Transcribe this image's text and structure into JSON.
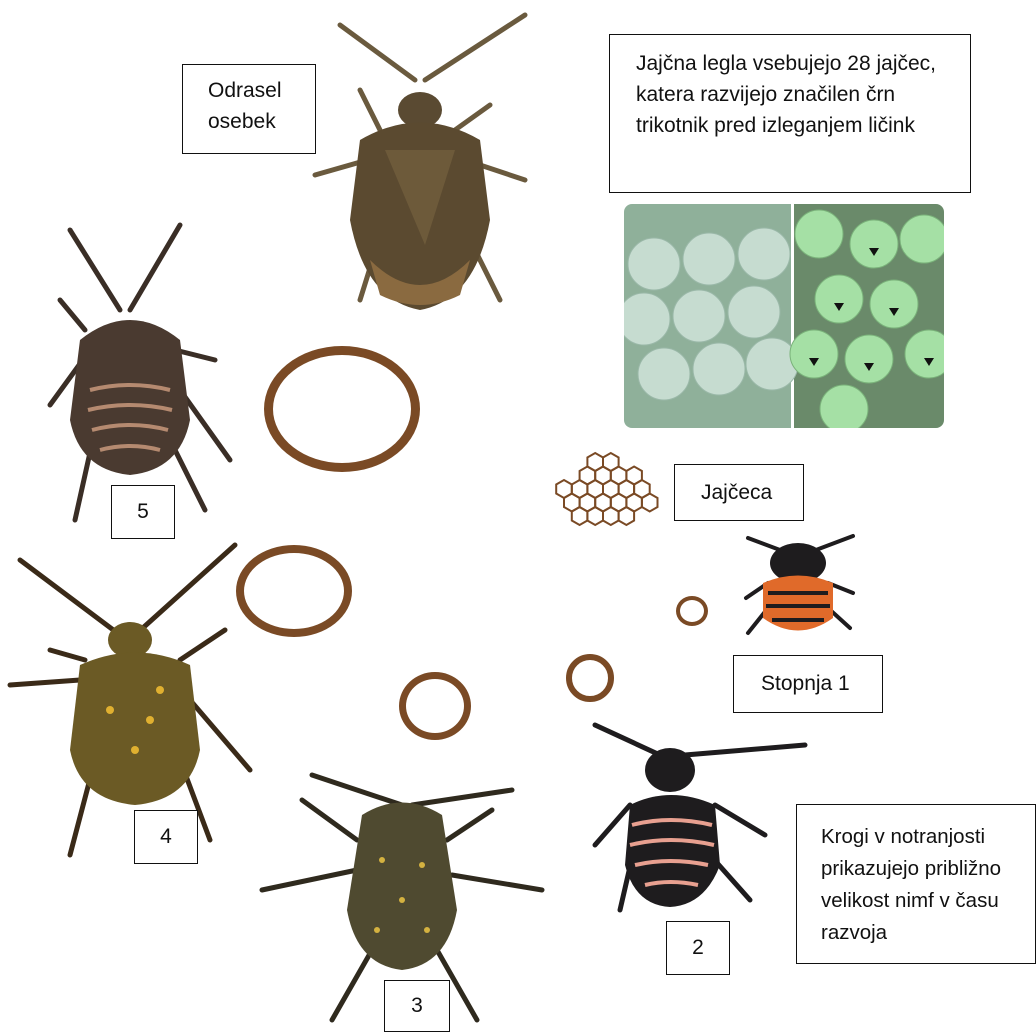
{
  "labels": {
    "adult": "Odrasel osebek",
    "egg_note": "Jajčna legla vsebujejo 28 jajčec, katera razvijejo značilen črn trikotnik pred izleganjem ličink",
    "eggs": "Jajčeca",
    "stage1": "Stopnja 1",
    "circles_note": "Krogi v notranjosti prikazujejo približno velikost nimf v času razvoja"
  },
  "stages": {
    "s2": "2",
    "s3": "3",
    "s4": "4",
    "s5": "5"
  },
  "colors": {
    "ring": "#7a4a25",
    "adult_body": "#5b4a30",
    "nymph5_body": "#4a3a30",
    "nymph4_body": "#6b5a25",
    "nymph3_body": "#4f4a30",
    "nymph2_body": "#1e1c1e",
    "nymph1_belly": "#e06a2a",
    "egg_green": "#b9dcc0"
  },
  "icons": [
    "stink-bug-adult-image",
    "nymph-image",
    "egg-cluster-photo",
    "hexagon-egg-icon",
    "size-ring"
  ]
}
